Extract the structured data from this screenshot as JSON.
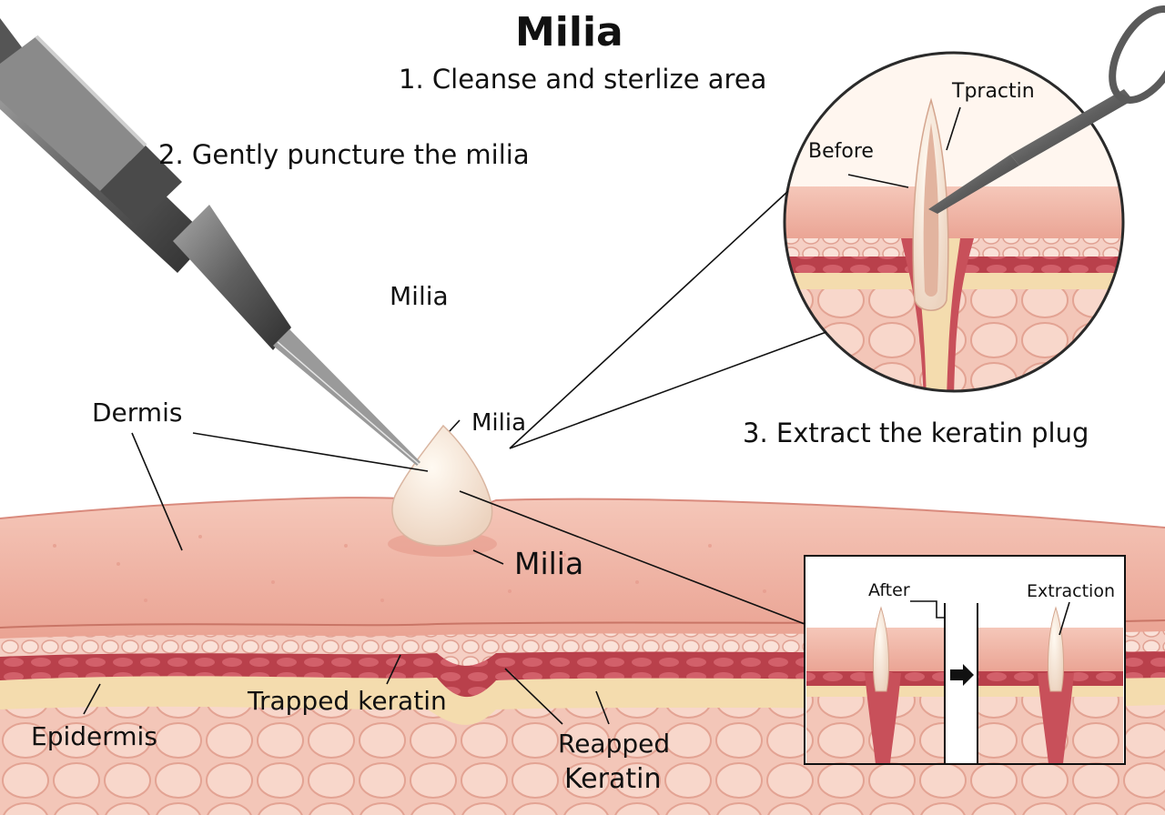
{
  "title": "Milia",
  "steps": {
    "step1": "1. Cleanse and sterlize area",
    "step2": "2. Gently puncture the milia",
    "step3": "3. Extract the keratin plug"
  },
  "labels": {
    "milia_center": "Milia",
    "milia_top": "Milia",
    "milia_bump": "Milia",
    "dermis": "Dermis",
    "epidermis": "Epidermis",
    "trapped_keratin": "Trapped keratin",
    "reapped_line1": "Reapped",
    "reapped_line2": "Keratin"
  },
  "magnifier": {
    "before": "Before",
    "tpractin": "Tpractin"
  },
  "inset": {
    "after": "After",
    "extraction": "Extraction"
  },
  "colors": {
    "skin_surface": "#f1b3a4",
    "skin_dark": "#d98a7d",
    "fat_layer": "#f6dfb8",
    "dermis_red": "#c8505a",
    "milia_cyst": "#f7ede0",
    "needle_metal": "#7d7d7d"
  }
}
